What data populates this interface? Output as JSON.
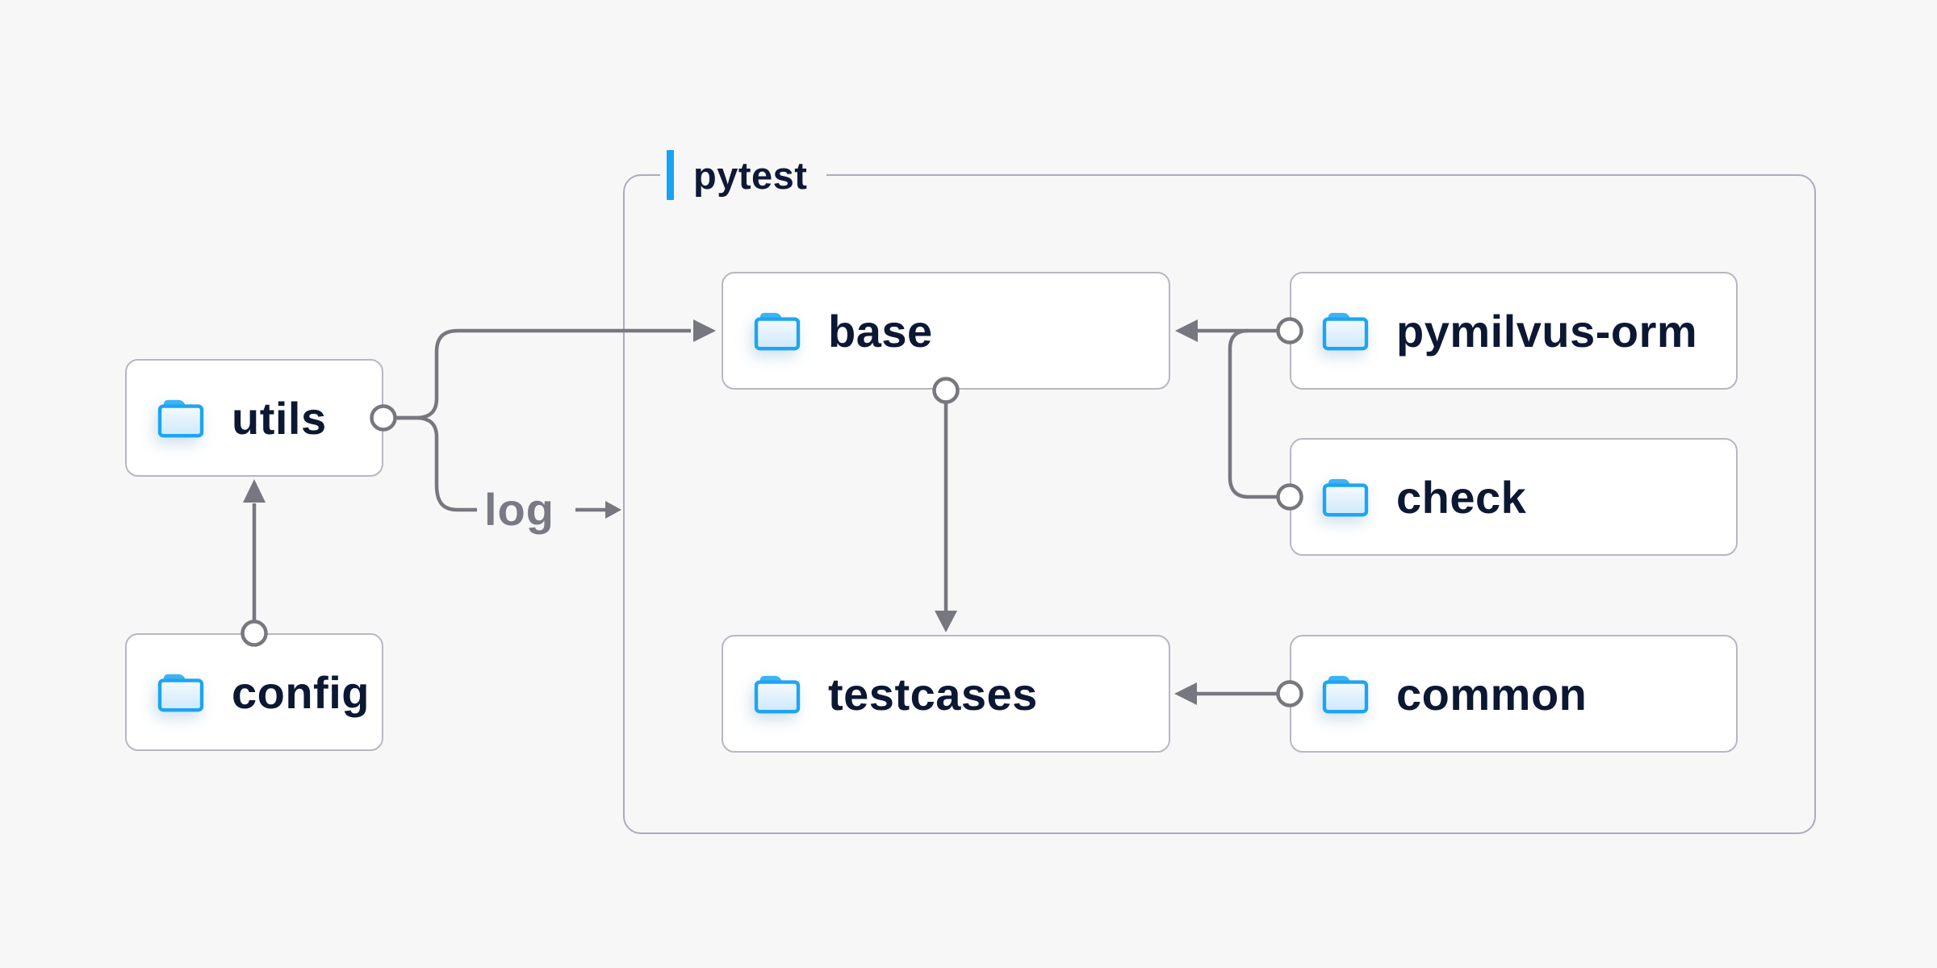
{
  "diagram": {
    "group": {
      "label": "pytest"
    },
    "nodes": {
      "utils": {
        "label": "utils"
      },
      "config": {
        "label": "config"
      },
      "base": {
        "label": "base"
      },
      "testcases": {
        "label": "testcases"
      },
      "pymilvus_orm": {
        "label": "pymilvus-orm"
      },
      "check": {
        "label": "check"
      },
      "common": {
        "label": "common"
      }
    },
    "edge_labels": {
      "log": "log"
    },
    "edges": [
      {
        "from": "config",
        "to": "utils"
      },
      {
        "from": "utils",
        "to": "base"
      },
      {
        "from": "utils",
        "to": "log",
        "label": "log"
      },
      {
        "from": "pymilvus-orm",
        "to": "base"
      },
      {
        "from": "check",
        "to": "base"
      },
      {
        "from": "base",
        "to": "testcases"
      },
      {
        "from": "common",
        "to": "testcases"
      }
    ],
    "colors": {
      "background": "#F7F7F8",
      "node_fill": "#FFFFFF",
      "node_border": "#B7B7C4",
      "group_border": "#ACACBA",
      "connector": "#77777F",
      "node_text": "#0C1833",
      "edge_label_text": "#7A7A85",
      "accent_blue": "#18A2F2",
      "folder_blue": "#1CA5F2"
    }
  }
}
